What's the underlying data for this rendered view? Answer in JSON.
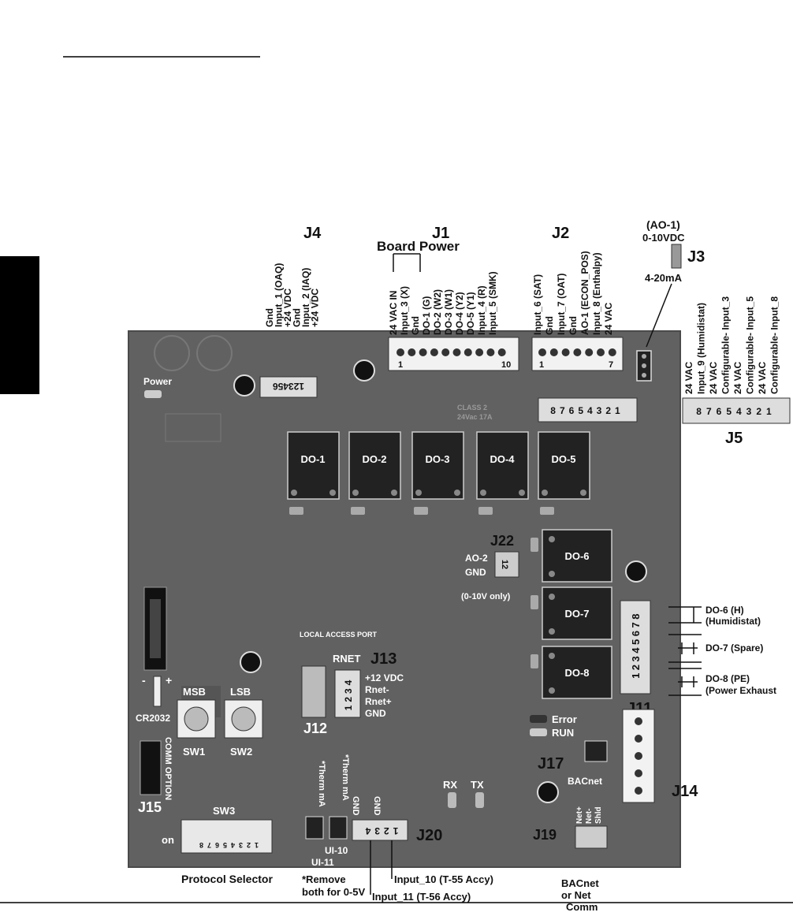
{
  "headers": {
    "j4": "J4",
    "j1": "J1",
    "j2": "J2",
    "j3": "J3",
    "j5": "J5",
    "board_power": "Board Power",
    "ao1": "(AO-1)",
    "v010": "0-10VDC",
    "ma420": "4-20mA"
  },
  "pins": {
    "j4": [
      "Gnd",
      "Input_1 (OAQ)",
      "+24 VDC",
      "Gnd",
      "Input_2 (IAQ)",
      "+24 VDC"
    ],
    "j1": [
      "24 VAC IN",
      "Input_3 (X)",
      "Gnd",
      "DO-1 (G)",
      "DO-2 (W2)",
      "DO-3 (W1)",
      "DO-4 (Y2)",
      "DO-5 (Y1)",
      "Input_4 (R)",
      "Input_5 (SMK)"
    ],
    "j2": [
      "Input_6 (SAT)",
      "Gnd",
      "Input_7 (OAT)",
      "Gnd",
      "AO-1 (ECON_POS)",
      "Input_8 (Enthalpy)",
      "24 VAC"
    ],
    "j5": [
      "24 VAC",
      "Input_9 (Humidistat)",
      "24 VAC",
      "Configurable- Input_3",
      "24 VAC",
      "Configurable- Input_5",
      "24 VAC",
      "Configurable- Input_8"
    ]
  },
  "pin_numbers": {
    "j1_first": "1",
    "j1_last": "10",
    "j2_first": "1",
    "j2_last": "7",
    "j4": "123456",
    "j5": "87654321",
    "j5_top": "87654321",
    "j13": "1234",
    "j11": "12345678",
    "j20": "1234",
    "j22": "12",
    "sw3": "12345678"
  },
  "board": {
    "power": "Power",
    "class2": "CLASS 2",
    "rating": "24Vac 17A",
    "relays": [
      "DO-1",
      "DO-2",
      "DO-3",
      "DO-4",
      "DO-5",
      "DO-6",
      "DO-7",
      "DO-8"
    ],
    "j22": "J22",
    "ao2": "AO-2",
    "gnd": "GND",
    "v010_only": "(0-10V only)",
    "local_access_port": "LOCAL ACCESS PORT",
    "rnet": "RNET",
    "j13": "J13",
    "j12": "J12",
    "rnet_pins": [
      "+12 VDC",
      "Rnet-",
      "Rnet+",
      "GND"
    ],
    "msb": "MSB",
    "lsb": "LSB",
    "sw1": "SW1",
    "sw2": "SW2",
    "cr2032": "CR2032",
    "minus": "-",
    "plus": "+",
    "comm_option": "COMM OPTION",
    "j15": "J15",
    "sw3": "SW3",
    "on": "on",
    "error": "Error",
    "run": "RUN",
    "j17": "J17",
    "rx": "RX",
    "tx": "TX",
    "j14": "J14",
    "j19": "J19",
    "j20": "J20",
    "j11": "J11",
    "therm_ma": "*Therm mA",
    "ui10": "UI-10",
    "ui11": "UI-11",
    "bacnet": "BACnet",
    "bacnet_pins": [
      "Net+",
      "Net-",
      "Shld"
    ]
  },
  "callouts": {
    "do6": "DO-6 (H)",
    "humidistat": "(Humidistat)",
    "do7": "DO-7 (Spare)",
    "do8": "DO-8 (PE)",
    "power_exhaust": "(Power Exhaust",
    "protocol_selector": "Protocol Selector",
    "remove1": "*Remove",
    "remove2": "both for 0-5V",
    "input10": "Input_10 (T-55 Accy)",
    "input11": "Input_11 (T-56 Accy)",
    "bacnet1": "BACnet",
    "bacnet2": "or Net",
    "bacnet3": "Comm"
  }
}
